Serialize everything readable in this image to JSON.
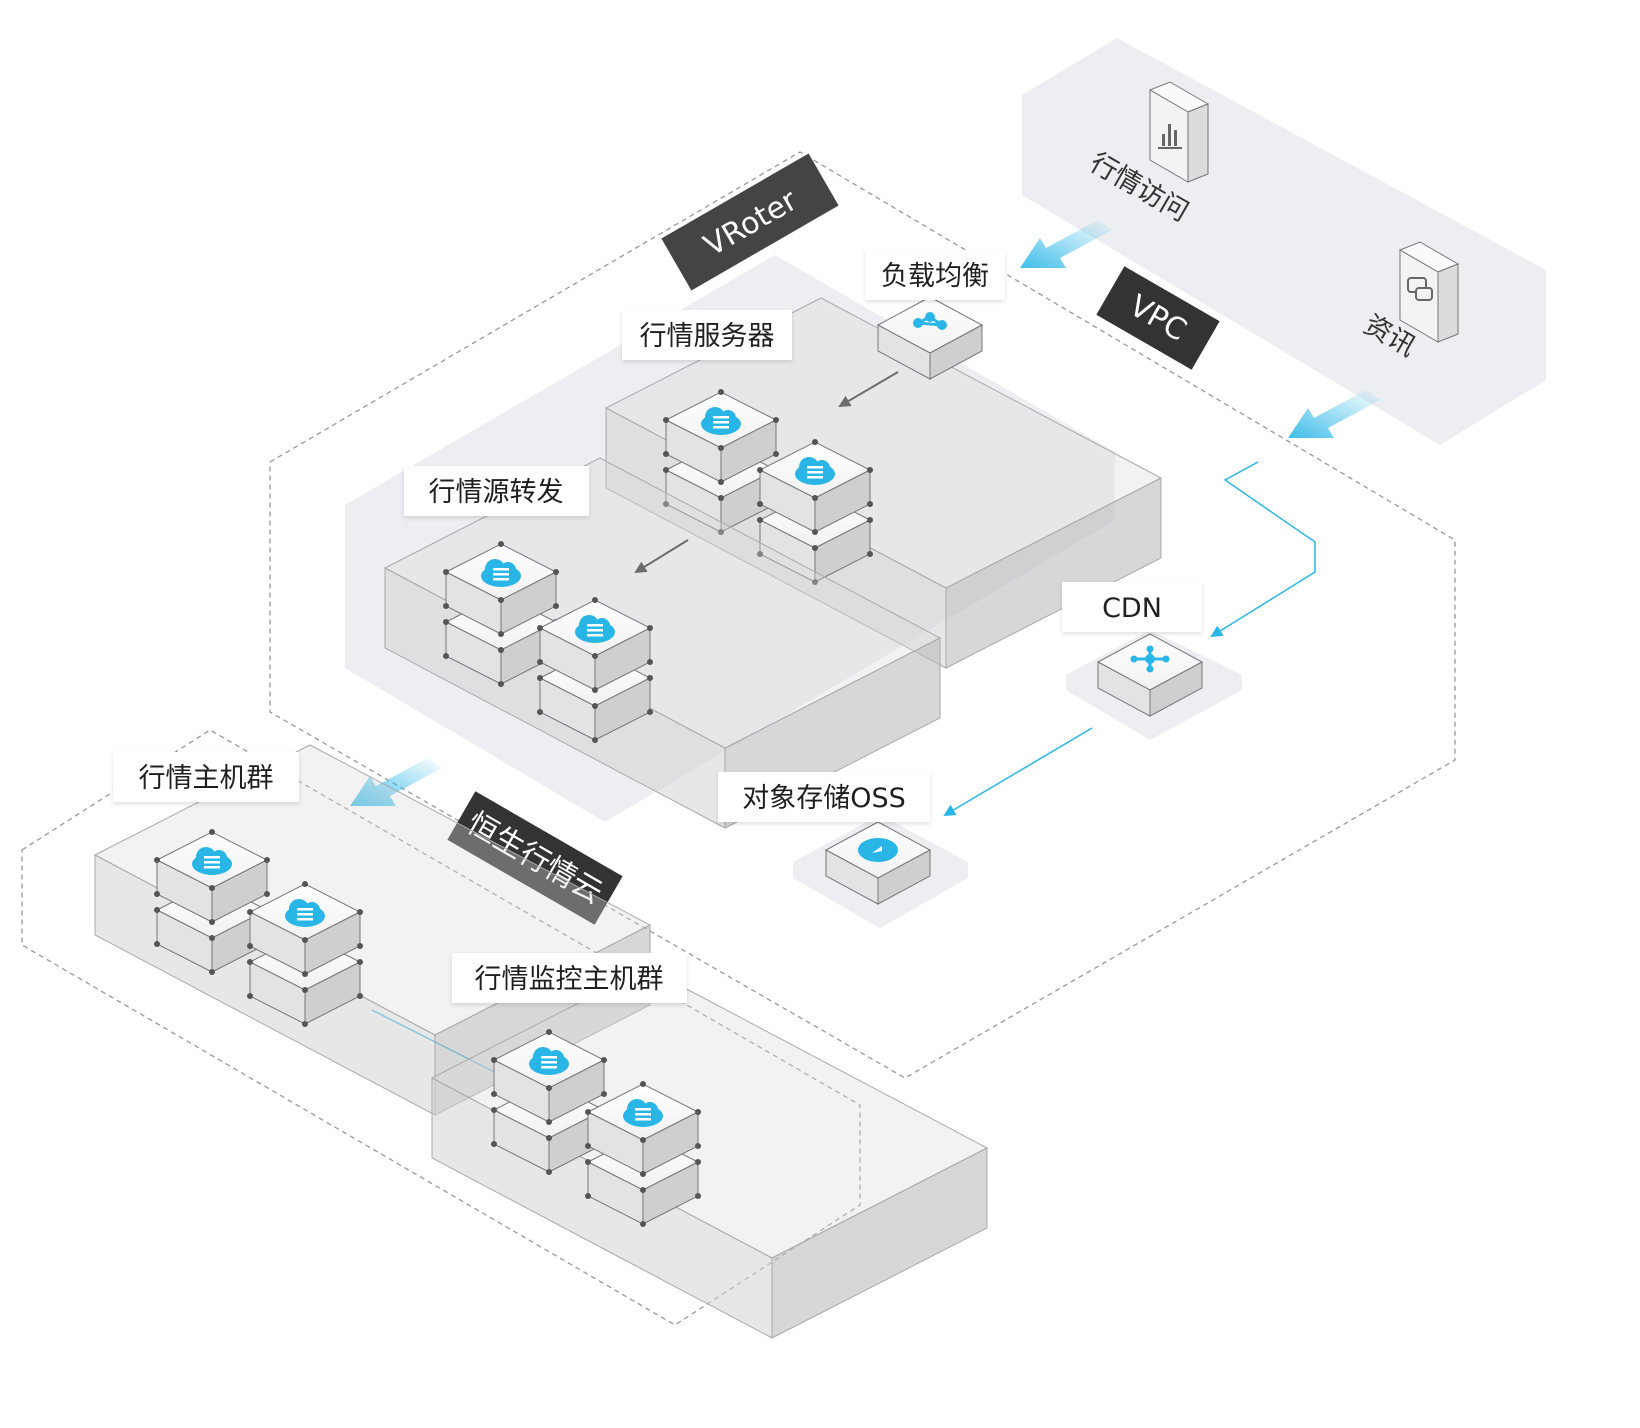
{
  "tags": {
    "vroter": "VRoter",
    "vpc": "VPC",
    "hengsheng": "恒生行情云"
  },
  "labels": {
    "load_balancer": "负载均衡",
    "quote_server": "行情服务器",
    "quote_forward": "行情源转发",
    "cdn": "CDN",
    "oss": "对象存储OSS",
    "host_cluster": "行情主机群",
    "monitor_cluster": "行情监控主机群"
  },
  "external": {
    "quote_access": "行情访问",
    "news": "资讯"
  },
  "colors": {
    "accent": "#29b6e6",
    "tag_bg": "#333333",
    "panel": "#eef0f3",
    "box": "#dcdcdc"
  }
}
